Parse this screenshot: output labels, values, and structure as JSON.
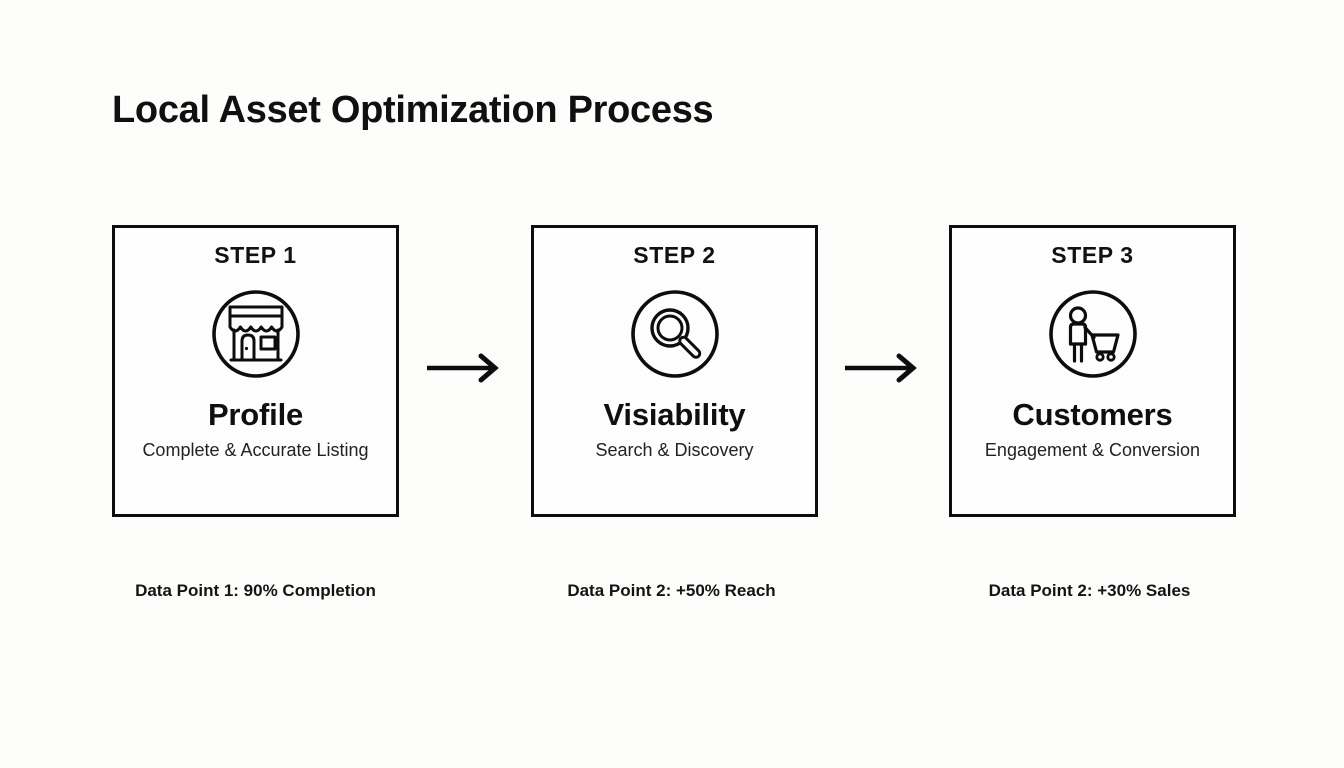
{
  "page": {
    "title": "Local Asset Optimization Process",
    "background_color": "#fdfdfc",
    "text_color": "#111111",
    "border_color": "#0d0d0d"
  },
  "steps": [
    {
      "step_label": "STEP 1",
      "icon": "storefront-icon",
      "title": "Profile",
      "subtitle": "Complete & Accurate Listing",
      "datapoint": "Data Point 1: 90% Completion"
    },
    {
      "step_label": "STEP 2",
      "icon": "magnifier-icon",
      "title": "Visiability",
      "subtitle": "Search & Discovery",
      "datapoint": "Data Point 2: +50% Reach"
    },
    {
      "step_label": "STEP 3",
      "icon": "shopper-cart-icon",
      "title": "Customers",
      "subtitle": "Engagement & Conversion",
      "datapoint": "Data Point 2: +30% Sales"
    }
  ],
  "connectors": [
    {
      "name": "arrow-right-icon",
      "from": "STEP 1",
      "to": "STEP 2"
    },
    {
      "name": "arrow-right-icon",
      "from": "STEP 2",
      "to": "STEP 3"
    }
  ]
}
